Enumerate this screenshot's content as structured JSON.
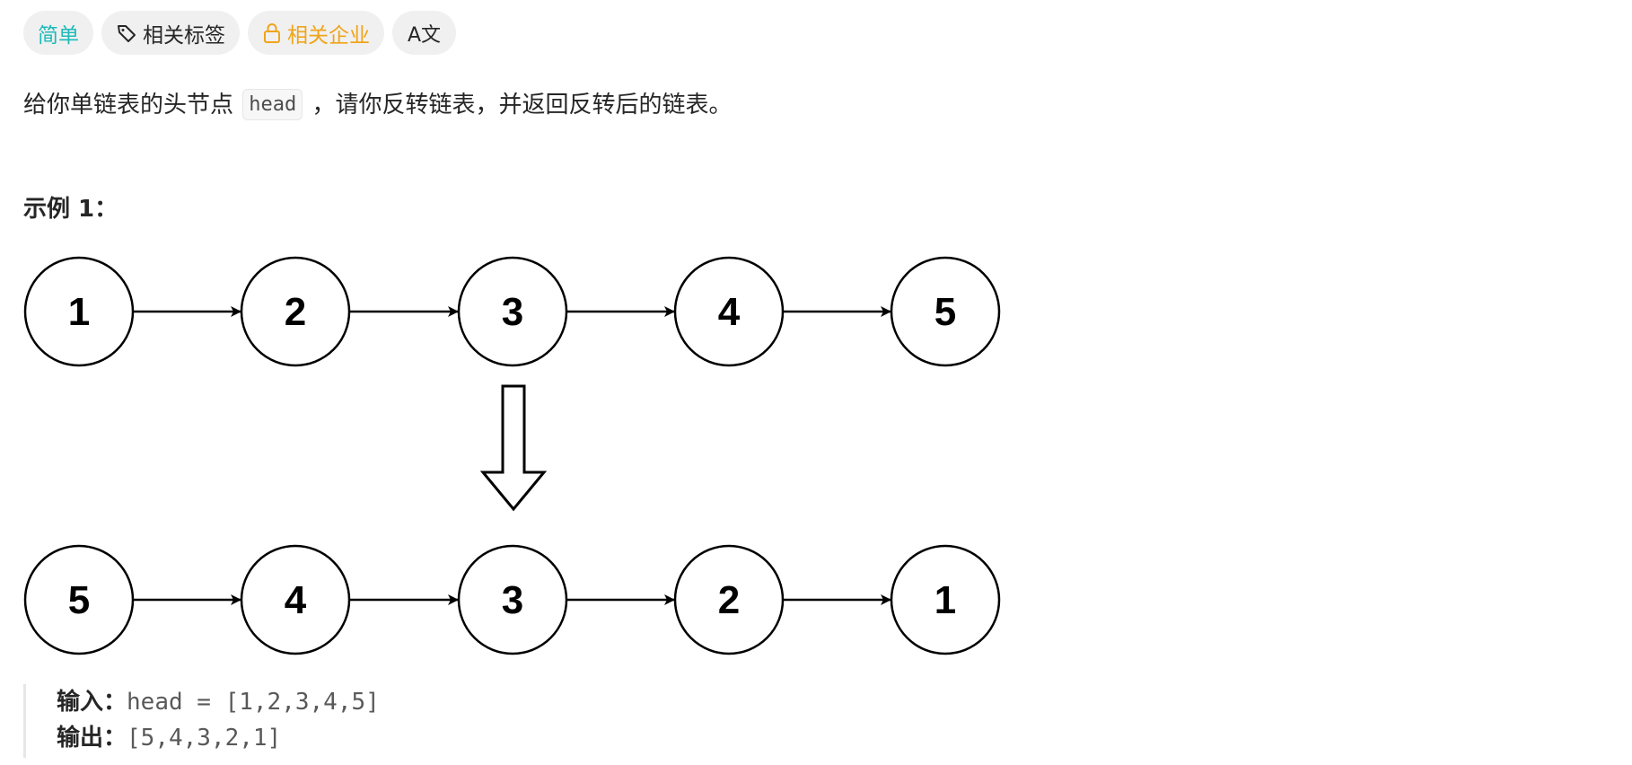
{
  "tags": {
    "difficulty": "简单",
    "related_tags": "相关标签",
    "related_companies": "相关企业",
    "lang_icon": "A文"
  },
  "description": {
    "before": "给你单链表的头节点",
    "code": "head",
    "after": "，请你反转链表，并返回反转后的链表。"
  },
  "example": {
    "title": "示例 1：",
    "input_label": "输入：",
    "input_value": "head = [1,2,3,4,5]",
    "output_label": "输出：",
    "output_value": "[5,4,3,2,1]"
  },
  "diagram": {
    "top_row": [
      "1",
      "2",
      "3",
      "4",
      "5"
    ],
    "bottom_row": [
      "5",
      "4",
      "3",
      "2",
      "1"
    ]
  },
  "icons": {
    "tag": "tag-icon",
    "lock": "lock-icon",
    "translate": "translate-icon"
  },
  "colors": {
    "easy": "#1cbaba",
    "company": "#f0a419",
    "tag_bg": "#f0f0f0"
  }
}
